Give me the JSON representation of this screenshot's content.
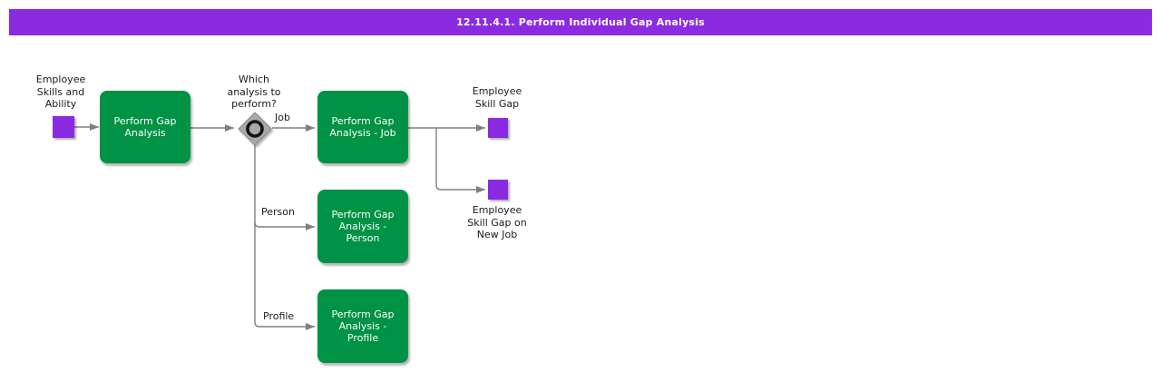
{
  "title_bar": {
    "text": "12.11.4.1. Perform Individual Gap Analysis",
    "color": "#8A2BE2"
  },
  "colors": {
    "activity_green": "#009245",
    "event_purple": "#8A2BE2",
    "connector_gray": "#7F7F7F",
    "gateway_fill": "#A9A9A9",
    "text": "#1A1A1A"
  },
  "nodes": {
    "start_event_label": "Employee\nSkills and\nAbility",
    "activity_main": "Perform Gap\nAnalysis",
    "gateway_question": "Which\nanalysis to\nperform?",
    "activity_job": "Perform Gap\nAnalysis - Job",
    "activity_person": "Perform Gap\nAnalysis -\nPerson",
    "activity_profile": "Perform Gap\nAnalysis -\nProfile",
    "end_event_job_label": "Employee\nSkill Gap",
    "end_event_newjob_label": "Employee\nSkill Gap on\nNew Job"
  },
  "branch_labels": {
    "job": "Job",
    "person": "Person",
    "profile": "Profile"
  }
}
